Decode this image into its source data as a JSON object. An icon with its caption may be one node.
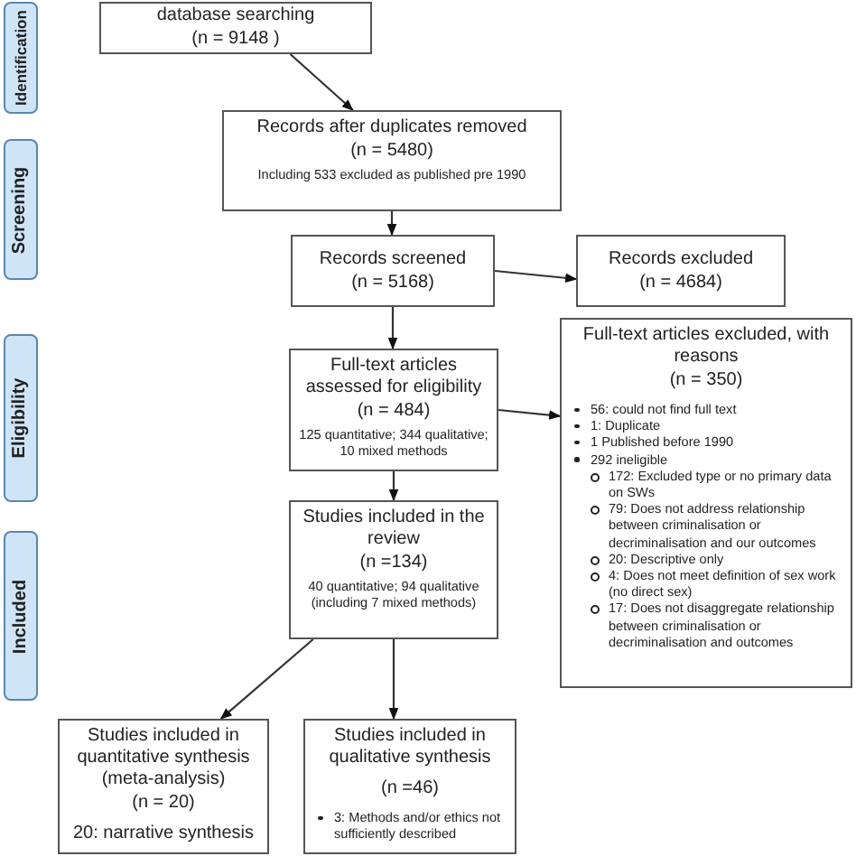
{
  "diagram": {
    "nodes": [
      {
        "text": [
          "Identification"
        ]
      },
      {
        "text": [
          "Screening"
        ]
      },
      {
        "text": [
          "Eligibility"
        ]
      },
      {
        "text": [
          "Included"
        ]
      },
      {
        "text": [
          "database searching",
          "(n = 9148 )"
        ]
      },
      {
        "text": [
          "Records after duplicates removed",
          "(n = 5480)",
          "Including 533 excluded as published pre 1990"
        ]
      },
      {
        "text": [
          "Records screened",
          "(n = 5168)"
        ]
      },
      {
        "text": [
          "Records excluded",
          "(n = 4684)"
        ]
      },
      {
        "text": [
          "Full-text articles assessed for eligibility",
          "(n = 484)",
          "125 quantitative; 344 qualitative; 10 mixed methods"
        ]
      },
      {
        "text": [
          "Full-text articles excluded, with reasons",
          "(n = 350)",
          "56: could not find full text",
          "1: Duplicate",
          "1 Published before 1990",
          "292 ineligible",
          "172: Excluded type or no primary data on SWs",
          "79: Does not address relationship between criminalisation or decriminalisation and our outcomes",
          "20: Descriptive only",
          "4: Does not meet definition of sex work (no direct sex)",
          "17: Does not disaggregate relationship between criminalisation or decriminalisation and outcomes"
        ]
      },
      {
        "text": [
          "Studies included in the review",
          "(n =134)",
          "40 quantitative; 94 qualitative (including 7 mixed methods)"
        ]
      },
      {
        "text": [
          "Studies included in quantitative synthesis (meta-analysis)",
          "(n = 20)",
          "20: narrative synthesis"
        ]
      },
      {
        "text": [
          "Studies included in qualitative synthesis",
          "(n =46)",
          "3: Methods and/or ethics not sufficiently described"
        ]
      }
    ],
    "edges": [
      {
        "from": 4,
        "to": 5,
        "arrow": "to"
      },
      {
        "from": 5,
        "to": 6,
        "arrow": "to"
      },
      {
        "from": 6,
        "to": 7,
        "arrow": "to"
      },
      {
        "from": 6,
        "to": 8,
        "arrow": "to"
      },
      {
        "from": 8,
        "to": 9,
        "arrow": "to"
      },
      {
        "from": 8,
        "to": 10,
        "arrow": "to"
      },
      {
        "from": 10,
        "to": 11,
        "arrow": "to"
      },
      {
        "from": 10,
        "to": 12,
        "arrow": "to"
      }
    ]
  }
}
